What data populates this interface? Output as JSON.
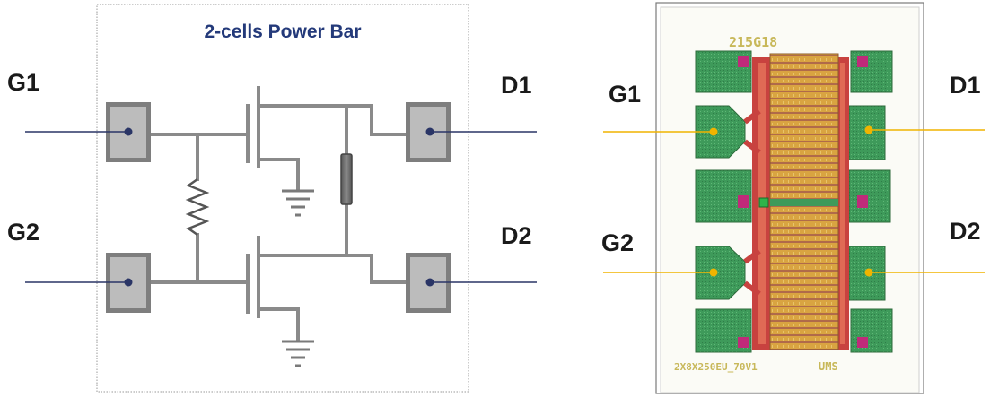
{
  "schematic": {
    "title": "2-cells Power Bar",
    "labels": {
      "g1": "G1",
      "g2": "G2",
      "d1": "D1",
      "d2": "D2"
    }
  },
  "layout_photo": {
    "labels": {
      "g1": "G1",
      "g2": "G2",
      "d1": "D1",
      "d2": "D2"
    },
    "chip_id": "215G18",
    "chip_part": "2X8X250EU_70V1",
    "chip_brand": "UMS"
  },
  "colors": {
    "schematic_lines": "#2a3566",
    "photo_lines": "#f0b400",
    "pad_fill": "#b9b9b9",
    "wire": "#8a8a8a",
    "chip_green": "#3e9a5a",
    "chip_gold": "#d9a441"
  }
}
